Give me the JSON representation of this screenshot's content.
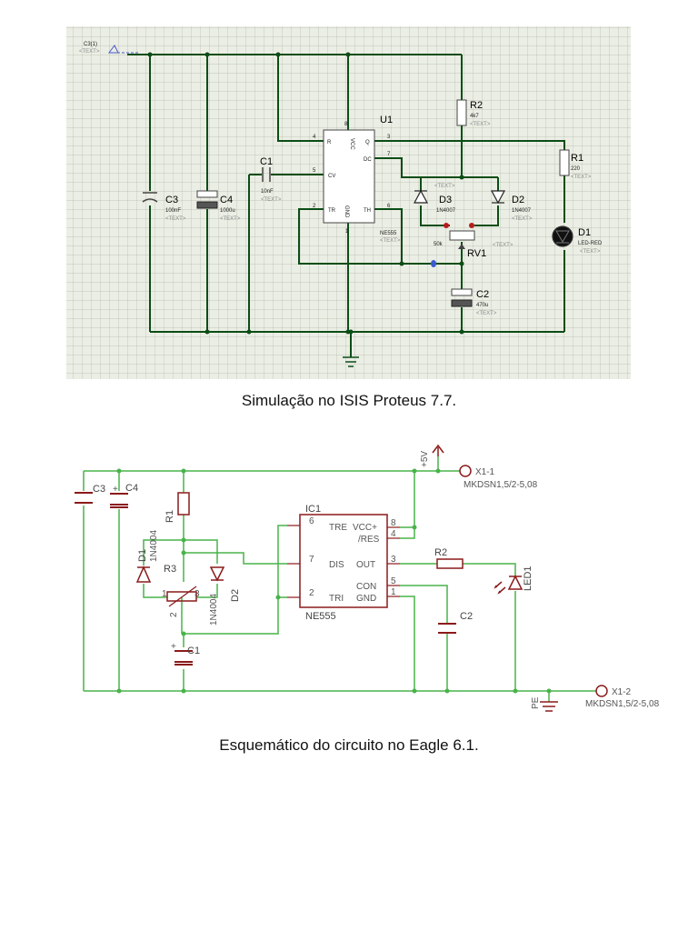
{
  "proteus": {
    "caption": "Simulação no ISIS Proteus 7.7.",
    "probe": {
      "label": "C3(1)",
      "sub": "<TEXT>"
    },
    "u1": {
      "ref": "U1",
      "type": "NE555",
      "sub": "<TEXT>",
      "pins": {
        "r": "R",
        "vcc": "VCC",
        "q": "Q",
        "dc": "DC",
        "cv": "CV",
        "tr": "TR",
        "gnd": "GND",
        "th": "TH"
      },
      "pin_numbers": {
        "r": "4",
        "vcc": "8",
        "q": "3",
        "dc": "7",
        "cv": "5",
        "tr": "2",
        "gnd": "1",
        "th": "6"
      }
    },
    "c3": {
      "ref": "C3",
      "value": "100nF",
      "sub": "<TEXT>"
    },
    "c4": {
      "ref": "C4",
      "value": "1000u",
      "sub": "<TEXT>"
    },
    "c1": {
      "ref": "C1",
      "value": "10nF",
      "sub": "<TEXT>"
    },
    "r2": {
      "ref": "R2",
      "value": "4k7",
      "sub": "<TEXT>"
    },
    "r1": {
      "ref": "R1",
      "value": "220",
      "sub": "<TEXT>"
    },
    "d3": {
      "ref": "D3",
      "value": "1N4007",
      "sub": "<TEXT>"
    },
    "d2": {
      "ref": "D2",
      "value": "1N4007",
      "sub": "<TEXT>"
    },
    "rv1": {
      "ref": "RV1",
      "value": "50k",
      "sub": "<TEXT>"
    },
    "c2": {
      "ref": "C2",
      "value": "470u",
      "sub": "<TEXT>"
    },
    "d1": {
      "ref": "D1",
      "value": "LED-RED",
      "sub": "<TEXT>"
    }
  },
  "eagle": {
    "caption": "Esquemático do circuito no Eagle 6.1.",
    "supply": "+5V",
    "x1_1": {
      "ref": "X1-1",
      "part": "MKDSN1,5/2-5,08"
    },
    "x1_2": {
      "ref": "X1-2",
      "part": "MKDSN1,5/2-5,08"
    },
    "pe": "PE",
    "c3": "C3",
    "c4": "C4",
    "r1": "R1",
    "d1": {
      "ref": "D1",
      "value": "1N4004"
    },
    "r3": "R3",
    "d2": {
      "ref": "D2",
      "value": "1N4004"
    },
    "c1": "C1",
    "ic1": {
      "ref": "IC1",
      "type": "NE555",
      "pins": {
        "tre": "TRE",
        "vcc": "VCC+",
        "res": "/RES",
        "dis": "DIS",
        "out": "OUT",
        "con": "CON",
        "tri": "TRI",
        "gnd": "GND"
      },
      "pin_numbers": {
        "tre": "6",
        "dis": "7",
        "tri": "2",
        "vcc": "8",
        "res": "4",
        "out": "3",
        "con": "5",
        "gnd": "1"
      }
    },
    "r2": "R2",
    "led1": "LED1",
    "c2": "C2",
    "pot_pins": [
      "1",
      "2",
      "3"
    ],
    "plus_sign": "+"
  }
}
